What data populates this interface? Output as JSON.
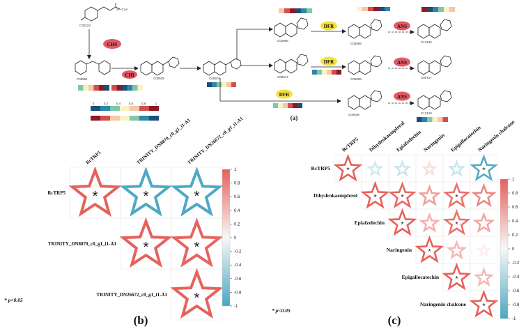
{
  "panel_a": {
    "caption": "(a)",
    "enzymes": {
      "chs": "CHS",
      "chi": "CHI",
      "dfr": "DFR",
      "ans": "ANS"
    },
    "coa_label": "S—CoA",
    "compound_ids": [
      "C00223",
      "C06561",
      "C00509",
      "C00974",
      "C02906",
      "C05908",
      "C00617",
      "C05906",
      "C03648",
      "C12136",
      "C05727",
      "C12120"
    ],
    "scale_ticks": [
      "0",
      "0.2",
      "0.4",
      "0.6",
      "0.8",
      "1"
    ],
    "heat_colors": [
      "#1f4e79",
      "#2e86ab",
      "#7ec8a9",
      "#f7f3c2",
      "#f6c7a8",
      "#d2504b",
      "#8b1a2b"
    ],
    "enzyme_fill": "#f4e03a",
    "ans_fill": "#e05a66"
  },
  "panel_b": {
    "caption": "(b)",
    "labels": [
      "RcTRP5",
      "TRINITY_DN8870_c0_g1_i1-A1",
      "TRINITY_DN26672_c0_g1_i1-A1"
    ],
    "matrix": [
      [
        1.0,
        -0.98,
        -0.98
      ],
      [
        null,
        1.0,
        0.98
      ],
      [
        null,
        null,
        1.0
      ]
    ],
    "sig": [
      [
        true,
        true,
        true
      ],
      [
        false,
        true,
        true
      ],
      [
        false,
        false,
        true
      ]
    ],
    "colorbar_ticks": [
      "1",
      "0.8",
      "0.6",
      "0.4",
      "0.2",
      "0",
      "-0.2",
      "-0.4",
      "-0.6",
      "-0.8",
      "-1"
    ],
    "footnote": "* p<0.05",
    "pos_color": "#e8827f",
    "neg_color": "#6ab8cc"
  },
  "panel_c": {
    "caption": "(c)",
    "labels": [
      "RcTRP5",
      "Dihydrokaempferol",
      "Epiafzelechin",
      "Naringenin",
      "Epigallocatechin",
      "Naringenin chalcone"
    ],
    "matrix": [
      [
        1.0,
        -0.25,
        -0.3,
        0.2,
        -0.3,
        -0.95
      ],
      [
        null,
        1.0,
        0.95,
        0.6,
        0.9,
        0.75
      ],
      [
        null,
        null,
        1.0,
        0.5,
        0.9,
        0.55
      ],
      [
        null,
        null,
        null,
        1.0,
        0.45,
        0.1
      ],
      [
        null,
        null,
        null,
        null,
        1.0,
        0.45
      ],
      [
        null,
        null,
        null,
        null,
        null,
        1.0
      ]
    ],
    "sig": [
      [
        true,
        false,
        false,
        false,
        false,
        true
      ],
      [
        false,
        true,
        true,
        false,
        true,
        false
      ],
      [
        false,
        false,
        true,
        false,
        true,
        false
      ],
      [
        false,
        false,
        false,
        true,
        false,
        false
      ],
      [
        false,
        false,
        false,
        false,
        true,
        false
      ],
      [
        false,
        false,
        false,
        false,
        false,
        true
      ]
    ],
    "colorbar_ticks": [
      "1",
      "0.8",
      "0.6",
      "0.4",
      "0.2",
      "0",
      "-0.2",
      "-0.4",
      "-0.6",
      "-0.8",
      "-1"
    ],
    "footnote": "* p<0.05"
  }
}
